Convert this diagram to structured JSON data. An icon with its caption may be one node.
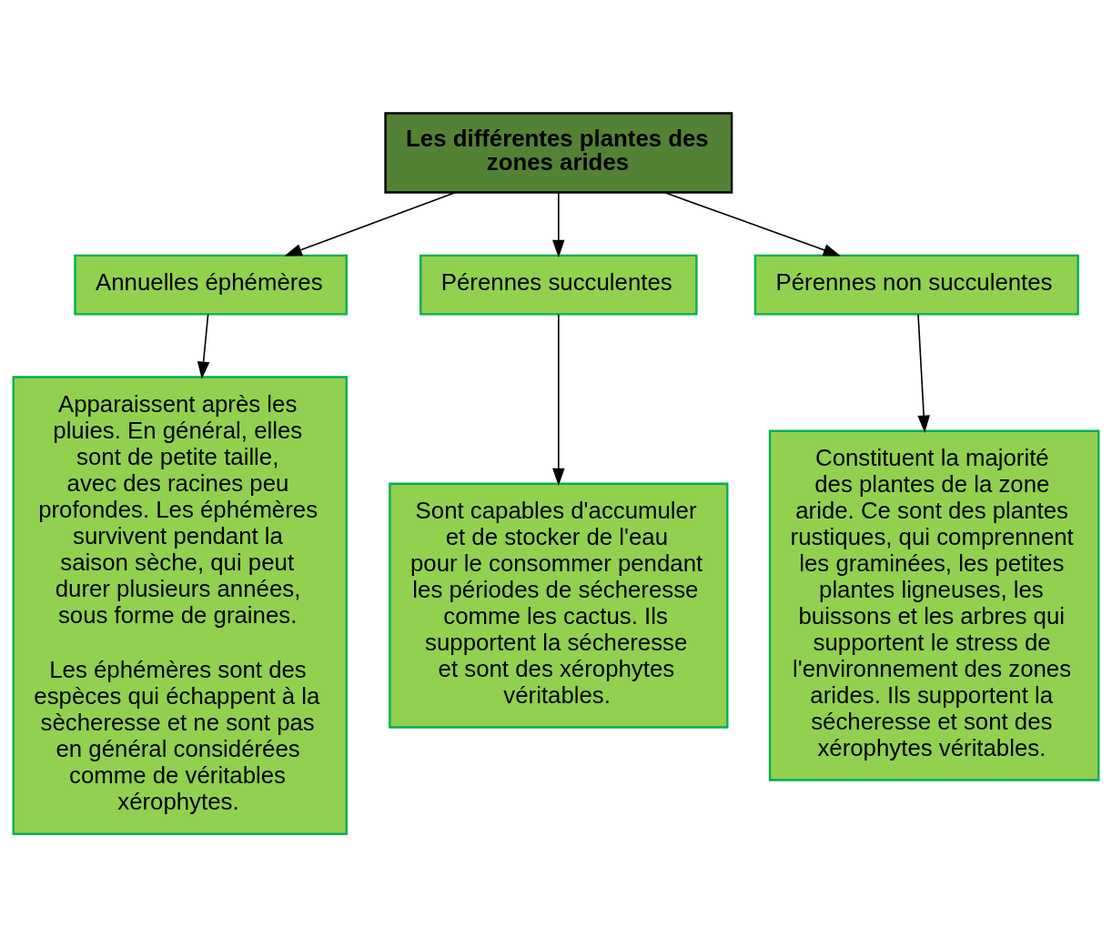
{
  "diagram": {
    "nodes": [
      {
        "text": [
          "Les différentes plantes des zones arides"
        ]
      },
      {
        "text": [
          "Annuelles éphémères"
        ]
      },
      {
        "text": [
          "Pérennes succulentes"
        ]
      },
      {
        "text": [
          "Pérennes non succulentes"
        ]
      },
      {
        "text": [
          "Apparaissent après les pluies. En général, elles sont de petite taille, avec des racines peu profondes. Les éphémères survivent pendant la saison sèche, qui peut durer plusieurs années, sous forme de graines.",
          "Les éphémères sont des espèces qui échappent à la sècheresse et ne sont pas en général considérées comme de véritables xérophytes."
        ]
      },
      {
        "text": [
          "Sont capables d'accumuler et de stocker de l'eau pour le consommer pendant les périodes de sécheresse comme les cactus. Ils supportent la sécheresse et sont des xérophytes véritables."
        ]
      },
      {
        "text": [
          "Constituent la majorité des plantes de la zone aride. Ce sont des plantes rustiques, qui comprennent les graminées, les petites plantes ligneuses, les buissons et les arbres qui supportent le stress de l'environnement des zones arides. Ils supportent la sécheresse et sont des xérophytes véritables."
        ]
      }
    ],
    "edges": [
      {
        "from": 0,
        "to": 1,
        "arrow": "to"
      },
      {
        "from": 0,
        "to": 2,
        "arrow": "to"
      },
      {
        "from": 0,
        "to": 3,
        "arrow": "to"
      },
      {
        "from": 1,
        "to": 4,
        "arrow": "to"
      },
      {
        "from": 2,
        "to": 5,
        "arrow": "to"
      },
      {
        "from": 3,
        "to": 6,
        "arrow": "to"
      }
    ]
  }
}
